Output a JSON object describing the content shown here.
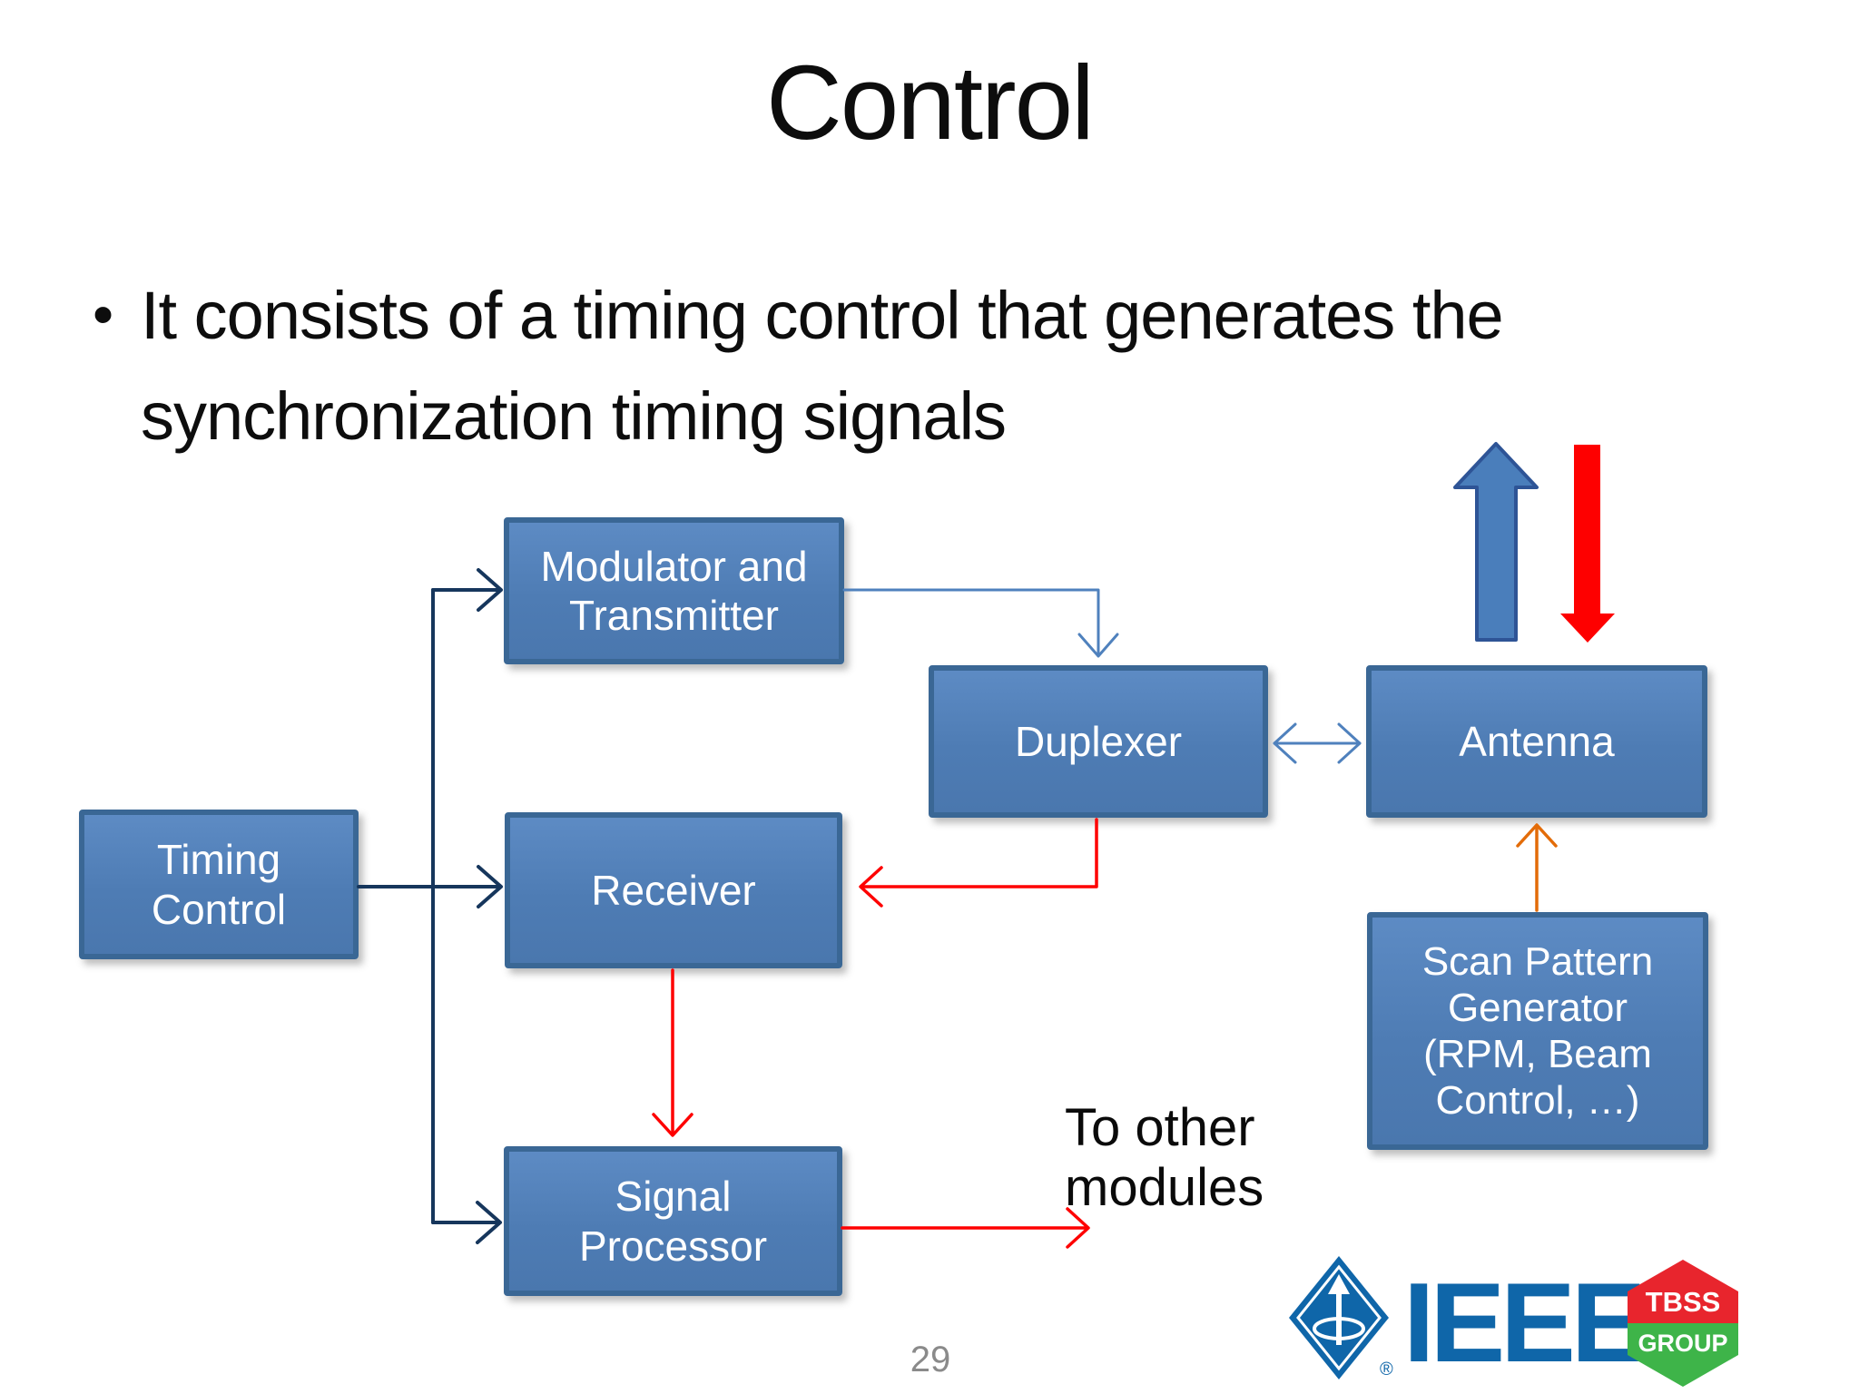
{
  "slide": {
    "title": "Control",
    "bullet_glyph": "•",
    "bullet_text": "It consists of a timing control that generates the synchronization timing signals",
    "page_number": "29"
  },
  "diagram": {
    "nodes": {
      "timing_control": "Timing\nControl",
      "modulator_transmitter": "Modulator and\nTransmitter",
      "duplexer": "Duplexer",
      "antenna": "Antenna",
      "receiver": "Receiver",
      "signal_processor": "Signal\nProcessor",
      "scan_pattern_generator": "Scan Pattern\nGenerator\n(RPM, Beam\nControl, …)"
    },
    "annotations": {
      "to_other_modules": "To other\nmodules"
    },
    "colors": {
      "node_fill": "#4f81bd",
      "node_border": "#3a6795",
      "node_text": "#ffffff",
      "navy_connector": "#16365c",
      "blue_connector": "#4f81bd",
      "red_connector": "#fe0000",
      "orange_connector": "#e36c09",
      "block_arrow_blue_fill": "#4a7ebb",
      "block_arrow_blue_border": "#2e5496",
      "block_arrow_red": "#fe0000"
    }
  },
  "footer": {
    "logos": {
      "ieee_wordmark": "IEEE",
      "ieee_registered": "®",
      "tbss_line1": "TBSS",
      "tbss_line2": "GROUP",
      "ieee_blue": "#0f66a9",
      "tbss_red": "#e8252d",
      "tbss_green": "#3eb449"
    }
  }
}
